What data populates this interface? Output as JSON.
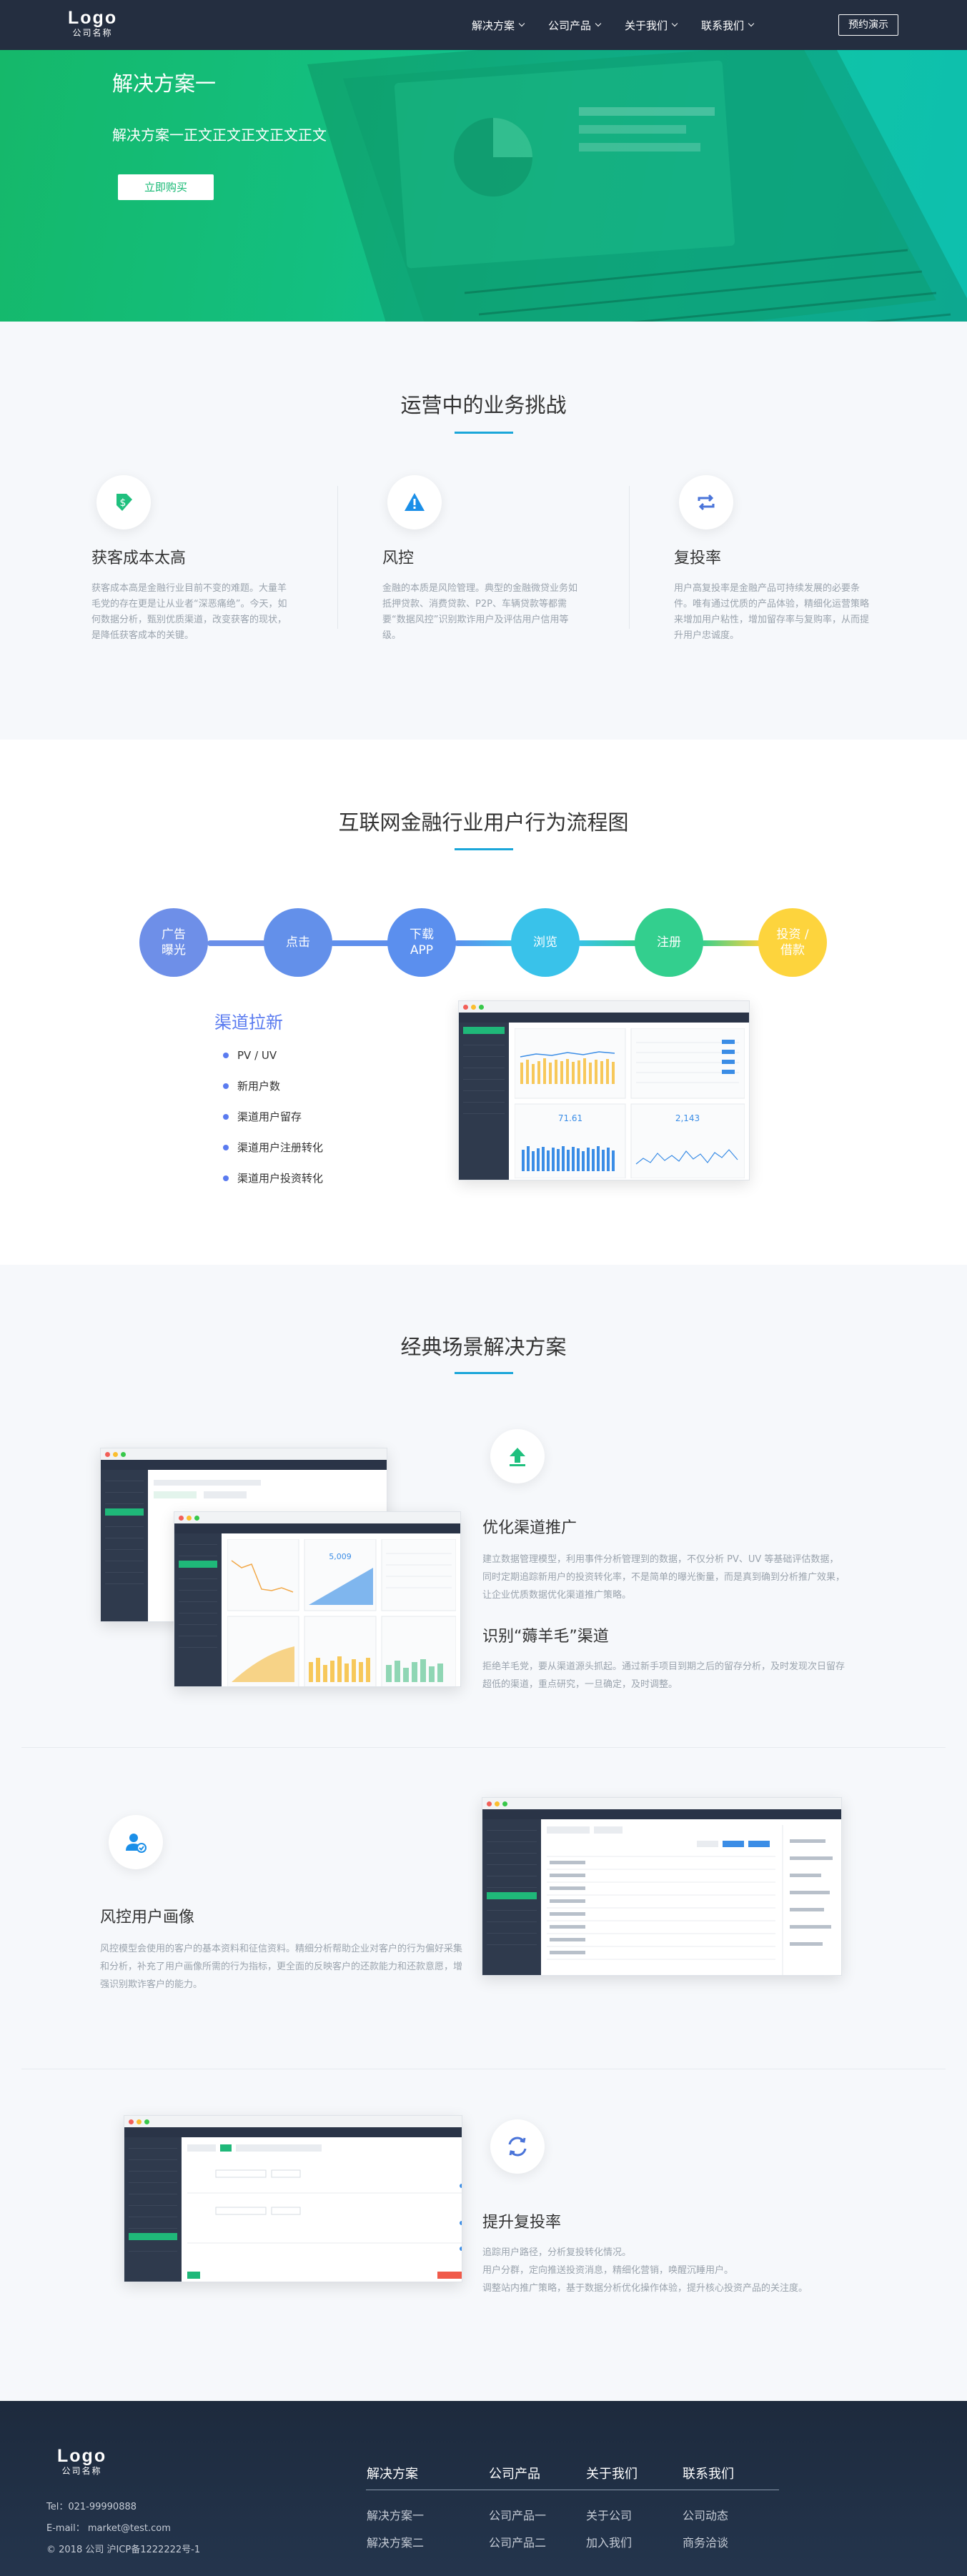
{
  "header": {
    "logo_main": "Logo",
    "logo_sub": "公司名称",
    "nav": [
      {
        "label": "解决方案"
      },
      {
        "label": "公司产品"
      },
      {
        "label": "关于我们"
      },
      {
        "label": "联系我们"
      }
    ],
    "demo_button": "预约演示"
  },
  "hero": {
    "title": "解决方案一",
    "subtitle": "解决方案一正文正文正文正文正文",
    "button": "立即购买"
  },
  "challenge": {
    "title": "运营中的业务挑战",
    "items": [
      {
        "icon": "dollar-tag-icon",
        "title": "获客成本太高",
        "text": "获客成本高是金融行业目前不变的难题。大量羊毛党的存在更是让从业者“深恶痛绝”。今天，如何数据分析，甄别优质渠道，改变获客的现状，是降低获客成本的关键。"
      },
      {
        "icon": "warning-icon",
        "title": "风控",
        "text": "金融的本质是风险管理。典型的金融微贷业务如抵押贷款、消费贷款、P2P、车辆贷款等都需要“数据风控”识别欺诈用户及评估用户信用等级。"
      },
      {
        "icon": "repeat-icon",
        "title": "复投率",
        "text": "用户高复投率是金融产品可持续发展的必要条件。唯有通过优质的产品体验，精细化运营策略来增加用户粘性，增加留存率与复购率，从而提升用户忠诚度。"
      }
    ]
  },
  "flow": {
    "title": "互联网金融行业用户行为流程图",
    "steps": [
      {
        "label": "广告\n曝光",
        "color": "#6e8fe8"
      },
      {
        "label": "点击",
        "color": "#6390ea"
      },
      {
        "label": "下载\nAPP",
        "color": "#5b8fee"
      },
      {
        "label": "浏览",
        "color": "#39c2ea"
      },
      {
        "label": "注册",
        "color": "#33cf8e"
      },
      {
        "label": "投资 /\n借款",
        "color": "#fdd43d"
      }
    ],
    "channel_title": "渠道拉新",
    "channel_items": [
      "PV / UV",
      "新用户数",
      "渠道用户留存",
      "渠道用户注册转化",
      "渠道用户投资转化"
    ],
    "mock_numbers": [
      "71.61",
      "2,143"
    ]
  },
  "scenes": {
    "title": "经典场景解决方案",
    "s1": {
      "icon": "upload-arrow-icon",
      "title": "优化渠道推广",
      "text": "建立数据管理模型，利用事件分析管理到的数据，不仅分析 PV、UV 等基础评估数据，同时定期追踪新用户的投资转化率，不是简单的曝光衡量，而是真到确到分析推广效果，让企业优质数据优化渠道推广策略。",
      "title2": "识别“薅羊毛”渠道",
      "text2": "拒绝羊毛党，要从渠道源头抓起。通过新手项目到期之后的留存分析，及时发现次日留存超低的渠道，重点研究，一旦确定，及时调整。",
      "mock_number": "5,009"
    },
    "s2": {
      "icon": "user-shield-icon",
      "title": "风控用户画像",
      "text": "风控模型会使用的客户的基本资料和征信资料。精细分析帮助企业对客户的行为偏好采集和分析，补充了用户画像所需的行为指标，更全面的反映客户的还款能力和还款意愿，增强识别欺诈客户的能力。"
    },
    "s3": {
      "icon": "cycle-arrows-icon",
      "title": "提升复投率",
      "text": "追踪用户路径，分析复投转化情况。\n用户分群，定向推送投资消息，精细化营销，唤醒沉睡用户。\n调整站内推广策略，基于数据分析优化操作体验，提升核心投资产品的关注度。"
    }
  },
  "footer": {
    "logo_main": "Logo",
    "logo_sub": "公司名称",
    "tel": "Tel：021-99990888",
    "email": "E-mail： market@test.com",
    "copyright": "© 2018 公司 沪ICP备1222222号-1",
    "columns": [
      {
        "head": "解决方案",
        "links": [
          "解决方案一",
          "解决方案二"
        ]
      },
      {
        "head": "公司产品",
        "links": [
          "公司产品一",
          "公司产品二"
        ]
      },
      {
        "head": "关于我们",
        "links": [
          "关于公司",
          "加入我们"
        ]
      },
      {
        "head": "联系我们",
        "links": [
          "公司动态",
          "商务洽谈"
        ]
      }
    ]
  },
  "colors": {
    "header_bg": "#242e40",
    "hero_green": "#13bf80",
    "accent_blue": "#1aa6d9",
    "brand_green": "#1fb879",
    "footer_bg": "#1d2a3d"
  }
}
